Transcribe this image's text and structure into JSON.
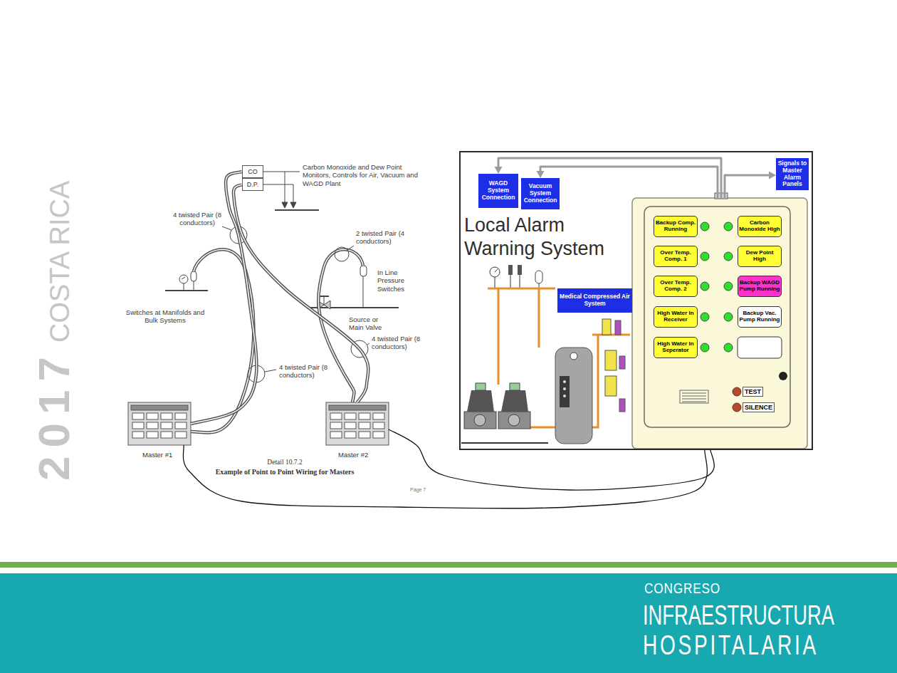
{
  "diagram": {
    "nodes": [
      {
        "text": [
          "CO"
        ]
      },
      {
        "text": [
          "D.P."
        ]
      },
      {
        "text": [
          "Master #1"
        ]
      },
      {
        "text": [
          "Master #2"
        ]
      },
      {
        "text": [
          "Local Alarm Warning System"
        ]
      },
      {
        "text": [
          "WAGD System Connection"
        ],
        "in": 4
      },
      {
        "text": [
          "Vacuum System Connection"
        ],
        "in": 4
      },
      {
        "text": [
          "Signals to Master Alarm Panels"
        ],
        "in": 4
      },
      {
        "text": [
          "Medical Compressed Air System"
        ],
        "in": 4
      },
      {
        "text": [
          "TEST",
          "SILENCE"
        ],
        "in": 4
      },
      {
        "text": [
          "Backup Comp. Running"
        ],
        "in": 9
      },
      {
        "text": [
          "Carbon Monoxide High"
        ],
        "in": 9
      },
      {
        "text": [
          "Over Temp. Comp. 1"
        ],
        "in": 9
      },
      {
        "text": [
          "Dew Point High"
        ],
        "in": 9
      },
      {
        "text": [
          "Over Temp. Comp. 2"
        ],
        "in": 9
      },
      {
        "text": [
          "Backup WAGD Pump Running"
        ],
        "in": 9
      },
      {
        "text": [
          "High Water In Receiver"
        ],
        "in": 9
      },
      {
        "text": [
          "Backup Vac. Pump Running"
        ],
        "in": 9
      },
      {
        "text": [
          "High Water In Seperator"
        ],
        "in": 9
      },
      {
        "text": [
          "CONGRESO",
          "INFRAESTRUCTURA",
          "HOSPITALARIA"
        ]
      }
    ],
    "edges": [
      {
        "from": 0,
        "to": 2,
        "arrow": "none"
      },
      {
        "from": 1,
        "to": 3,
        "arrow": "none"
      },
      {
        "from": 9,
        "to": 5,
        "arrow": "to"
      },
      {
        "from": 9,
        "to": 6,
        "arrow": "to"
      },
      {
        "from": 9,
        "to": 7,
        "arrow": "to"
      },
      {
        "from": 9,
        "to": 2,
        "arrow": "none"
      },
      {
        "from": 9,
        "to": 3,
        "arrow": "none"
      }
    ],
    "labels": [
      "2017",
      "COSTA RICA",
      "Carbon Monoxide and Dew Point Monitors, Controls for Air, Vacuum and WAGD Plant",
      "4 twisted Pair (8 conductors)",
      "2 twisted Pair (4 conductors)",
      "In Line Pressure Switches",
      "Switches at Manifolds and Bulk Systems",
      "Source or Main Valve",
      "4 twisted Pair (8 conductors)",
      "4 twisted Pair (8 conductors)",
      "Detail 10.7.2",
      "Example of Point to Point Wiring for Masters",
      "Page 7"
    ]
  }
}
